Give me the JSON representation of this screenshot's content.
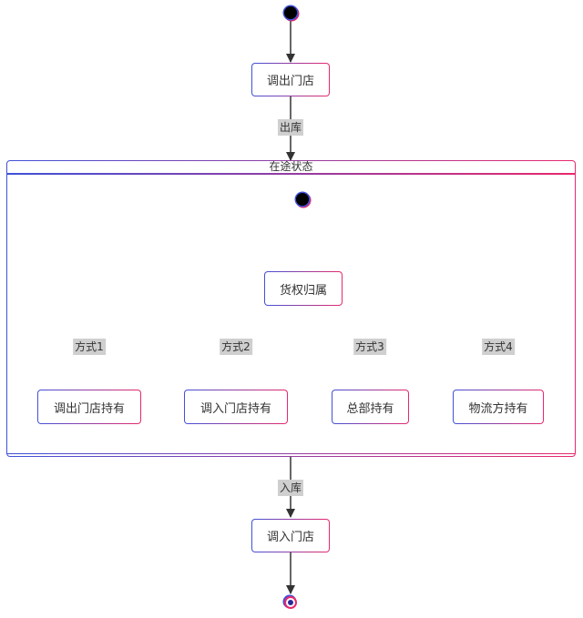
{
  "diagram": {
    "top": {
      "source_store": "调出门店",
      "edge_outbound": "出库",
      "edge_inbound": "入库",
      "target_store": "调入门店"
    },
    "transit": {
      "title": "在途状态",
      "ownership": "货权归属",
      "methods": [
        {
          "edge": "方式1",
          "holder": "调出门店持有"
        },
        {
          "edge": "方式2",
          "holder": "调入门店持有"
        },
        {
          "edge": "方式3",
          "holder": "总部持有"
        },
        {
          "edge": "方式4",
          "holder": "物流方持有"
        }
      ]
    },
    "colors": {
      "gradient_start": "#3f51d8",
      "gradient_end": "#e8286d",
      "edge": "#333333",
      "label_bg": "#cfcfcf"
    }
  }
}
